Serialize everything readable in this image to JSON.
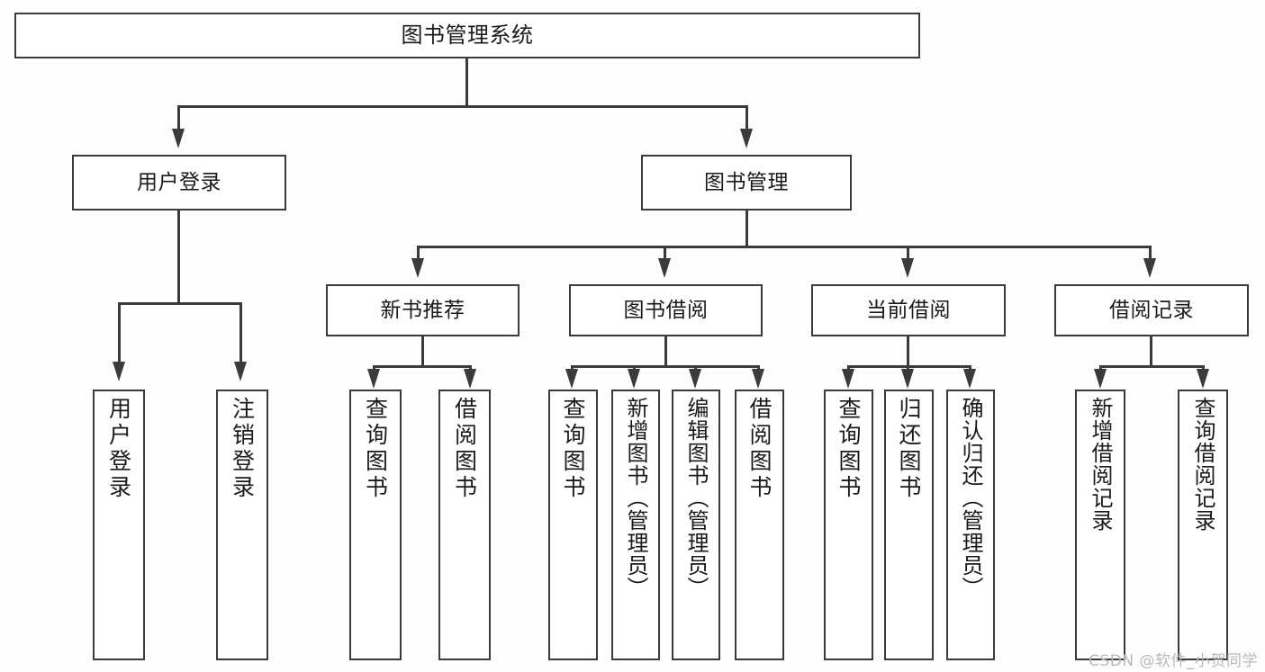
{
  "diagram": {
    "type": "tree",
    "title": "图书管理系统",
    "watermark": "CSDN @软件_小贺同学",
    "root": {
      "label": "图书管理系统"
    },
    "level2": [
      {
        "id": "user-login",
        "label": "用户登录"
      },
      {
        "id": "book-manage",
        "label": "图书管理"
      }
    ],
    "level3": [
      {
        "id": "new-book-recommend",
        "label": "新书推荐",
        "parent": "book-manage"
      },
      {
        "id": "book-borrow",
        "label": "图书借阅",
        "parent": "book-manage"
      },
      {
        "id": "current-borrow",
        "label": "当前借阅",
        "parent": "book-manage"
      },
      {
        "id": "borrow-record",
        "label": "借阅记录",
        "parent": "book-manage"
      }
    ],
    "leaves": [
      {
        "id": "leaf-user-login",
        "label": "用户登录",
        "parent": "user-login"
      },
      {
        "id": "leaf-user-logout",
        "label": "注销登录",
        "parent": "user-login"
      },
      {
        "id": "leaf-query-book-1",
        "label": "查询图书",
        "parent": "new-book-recommend"
      },
      {
        "id": "leaf-borrow-book-1",
        "label": "借阅图书",
        "parent": "new-book-recommend"
      },
      {
        "id": "leaf-query-book-2",
        "label": "查询图书",
        "parent": "book-borrow"
      },
      {
        "id": "leaf-add-book",
        "label": "新增图书（管理员）",
        "parent": "book-borrow"
      },
      {
        "id": "leaf-edit-book",
        "label": "编辑图书（管理员）",
        "parent": "book-borrow"
      },
      {
        "id": "leaf-borrow-book-2",
        "label": "借阅图书",
        "parent": "book-borrow"
      },
      {
        "id": "leaf-query-book-3",
        "label": "查询图书",
        "parent": "current-borrow"
      },
      {
        "id": "leaf-return-book",
        "label": "归还图书",
        "parent": "current-borrow"
      },
      {
        "id": "leaf-confirm-return",
        "label": "确认归还（管理员）",
        "parent": "current-borrow"
      },
      {
        "id": "leaf-add-record",
        "label": "新增借阅记录",
        "parent": "borrow-record"
      },
      {
        "id": "leaf-query-record",
        "label": "查询借阅记录",
        "parent": "borrow-record"
      }
    ],
    "colors": {
      "border": "#3b3b3b",
      "node_fill": "#ffffff",
      "background": "#fdfdfd",
      "text": "#1a1a1a",
      "watermark": "#b9b9b9"
    }
  }
}
